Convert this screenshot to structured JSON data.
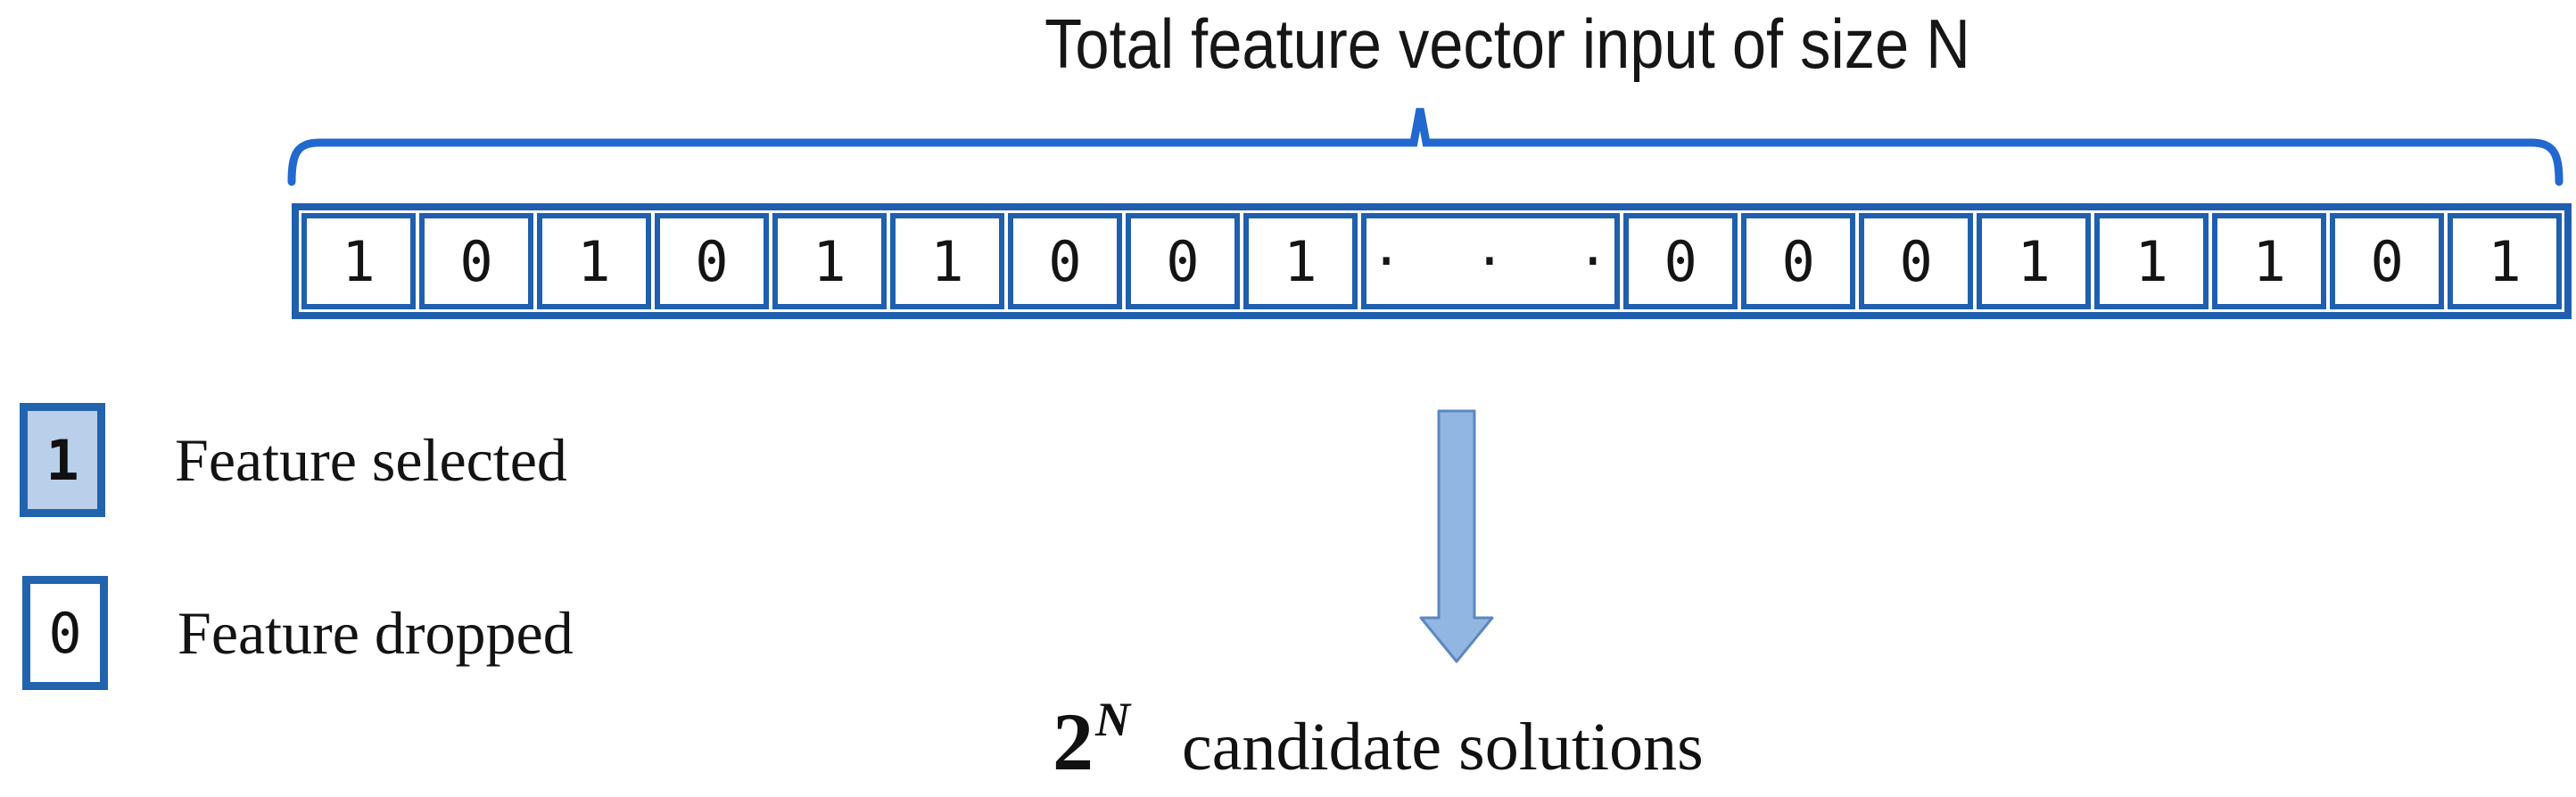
{
  "title": "Total feature vector input of size N",
  "vector": {
    "cells": [
      "1",
      "0",
      "1",
      "0",
      "1",
      "1",
      "0",
      "0",
      "1",
      "· · ·",
      "0",
      "0",
      "0",
      "1",
      "1",
      "1",
      "0",
      "1"
    ],
    "ellipsis_value": "· · ·"
  },
  "legend": [
    {
      "symbol": "1",
      "label": "Feature selected",
      "filled": true
    },
    {
      "symbol": "0",
      "label": "Feature dropped",
      "filled": false
    }
  ],
  "result": {
    "base": "2",
    "exponent": "N",
    "label": "candidate solutions"
  },
  "colors": {
    "cell_border": "#1f5fae",
    "brace": "#2268cf",
    "legend_border": "#2263ae",
    "legend_fill": "#bad0ea",
    "arrow_fill": "#91b6e2",
    "arrow_stroke": "#5c87c0"
  }
}
